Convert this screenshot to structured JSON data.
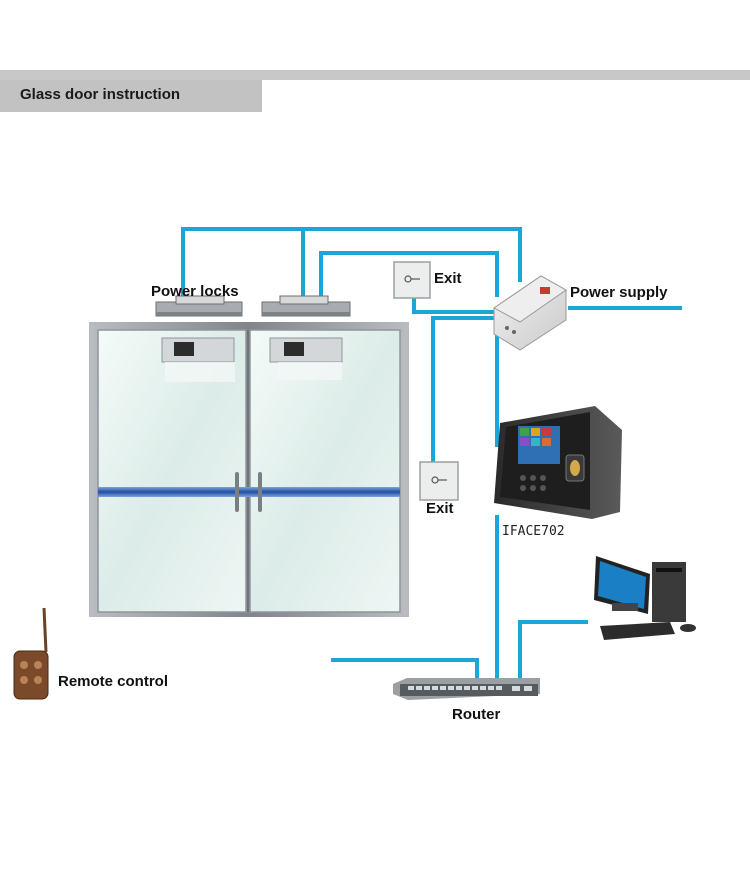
{
  "header": {
    "title": "Glass door instruction"
  },
  "labels": {
    "power_locks": "Power locks",
    "exit_top": "Exit",
    "power_supply": "Power supply",
    "exit_side": "Exit",
    "device_model": "IFACE702",
    "remote_control": "Remote control",
    "router": "Router"
  },
  "colors": {
    "wire": "#1aa7d6",
    "door_frame": "#9aa0a6",
    "glass": "#e6f2ef",
    "door_stripe": "#2a5aa8"
  }
}
